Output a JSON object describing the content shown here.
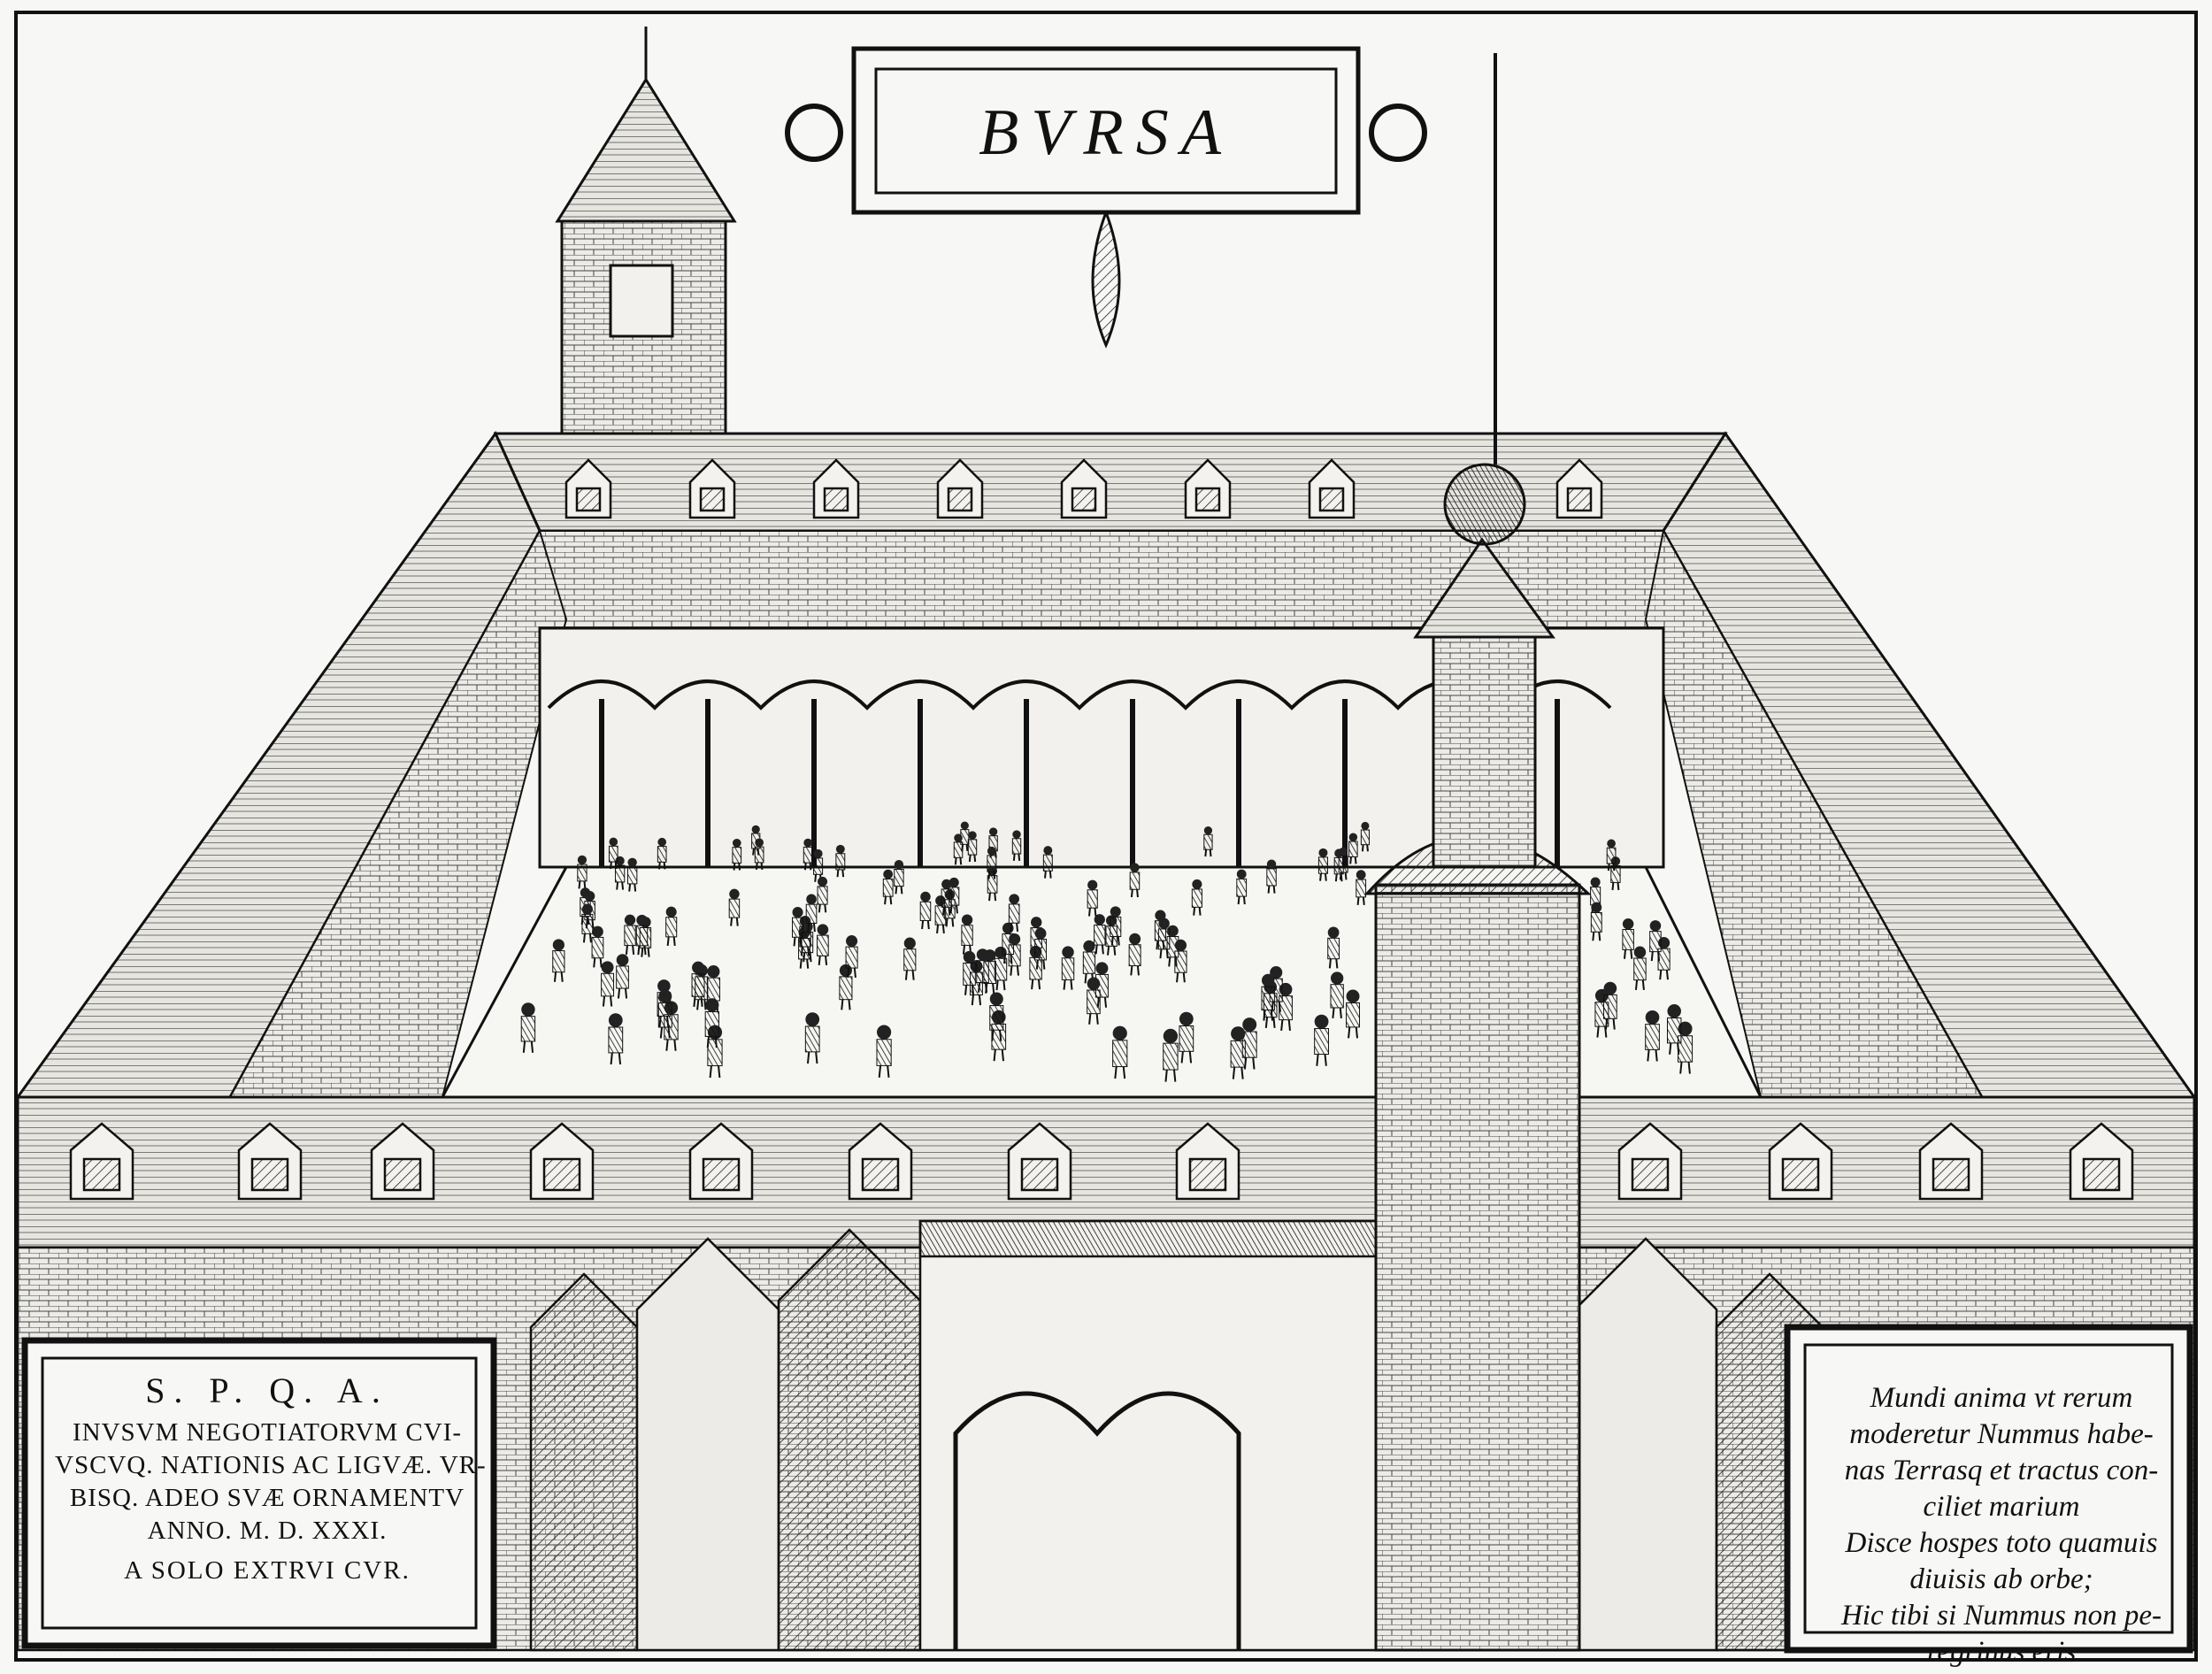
{
  "artwork": {
    "kind": "engraving",
    "subject": "bourse-courtyard",
    "ink_color": "#111111",
    "paper_color": "#f7f7f5"
  },
  "banner": {
    "text": "BVRSA"
  },
  "plaque_left": {
    "heading": "S. P. Q. A.",
    "lines": [
      "INVSVM NEGOTIATORVM CVI-",
      "VSCVQ. NATIONIS AC LIGVÆ. VR-",
      "BISQ. ADEO SVÆ ORNAMENTV",
      "ANNO. M. D. XXXI."
    ],
    "last_line": "A SOLO EXTRVI CVR."
  },
  "plaque_right": {
    "lines": [
      "Mundi anima vt rerum",
      "moderetur Nummus habe-",
      "nas Terrasq et tractus con-",
      "ciliet marium",
      "Disce hospes toto quamuis",
      "diuisis ab orbe;",
      "Hic tibi si Nummus non pe-",
      "regrinus eris"
    ]
  }
}
